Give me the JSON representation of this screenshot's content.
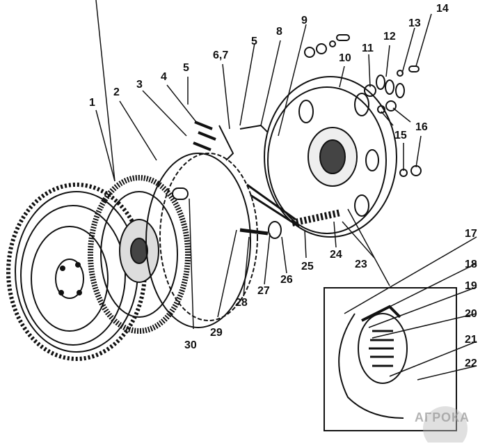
{
  "diagram": {
    "type": "exploded-view",
    "subject": "clutch assembly",
    "labels": [
      {
        "id": "1",
        "text": "1"
      },
      {
        "id": "2",
        "text": "2"
      },
      {
        "id": "3",
        "text": "3"
      },
      {
        "id": "4",
        "text": "4"
      },
      {
        "id": "5a",
        "text": "5"
      },
      {
        "id": "67",
        "text": "6,7"
      },
      {
        "id": "5b",
        "text": "5"
      },
      {
        "id": "8",
        "text": "8"
      },
      {
        "id": "9",
        "text": "9"
      },
      {
        "id": "10",
        "text": "10"
      },
      {
        "id": "11",
        "text": "11"
      },
      {
        "id": "12",
        "text": "12"
      },
      {
        "id": "13",
        "text": "13"
      },
      {
        "id": "14",
        "text": "14"
      },
      {
        "id": "15",
        "text": "15"
      },
      {
        "id": "16",
        "text": "16"
      },
      {
        "id": "17",
        "text": "17"
      },
      {
        "id": "18",
        "text": "18"
      },
      {
        "id": "19",
        "text": "19"
      },
      {
        "id": "20",
        "text": "20"
      },
      {
        "id": "21",
        "text": "21"
      },
      {
        "id": "22",
        "text": "22"
      },
      {
        "id": "23",
        "text": "23"
      },
      {
        "id": "24",
        "text": "24"
      },
      {
        "id": "25",
        "text": "25"
      },
      {
        "id": "26",
        "text": "26"
      },
      {
        "id": "27",
        "text": "27"
      },
      {
        "id": "28",
        "text": "28"
      },
      {
        "id": "29",
        "text": "29"
      },
      {
        "id": "30",
        "text": "30"
      }
    ],
    "watermark": "АГРОКА"
  }
}
